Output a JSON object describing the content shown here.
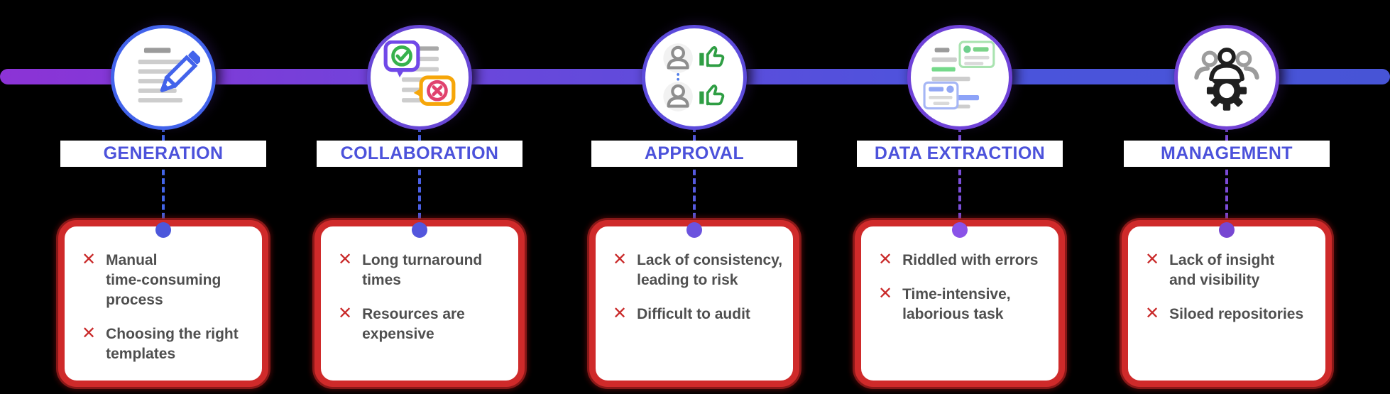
{
  "stages": [
    {
      "label": "GENERATION",
      "icon": "document-pencil",
      "issues": [
        "Manual\ntime-consuming\nprocess",
        "Choosing the right\ntemplates"
      ]
    },
    {
      "label": "COLLABORATION",
      "icon": "approve-reject-comment-bubbles",
      "issues": [
        "Long turnaround\ntimes",
        "Resources are\nexpensive"
      ]
    },
    {
      "label": "APPROVAL",
      "icon": "reviewers-thumbs-up",
      "issues": [
        "Lack of consistency,\nleading to risk",
        "Difficult to audit"
      ]
    },
    {
      "label": "DATA EXTRACTION",
      "icon": "document-extracted-snippets",
      "issues": [
        "Riddled with errors",
        "Time-intensive,\nlaborious task"
      ]
    },
    {
      "label": "MANAGEMENT",
      "icon": "team-gear",
      "issues": [
        "Lack of insight\nand visibility",
        "Siloed repositories"
      ]
    }
  ],
  "icons": {
    "cross": "✕"
  },
  "colors": {
    "background": "#000000",
    "timeline_gradient_start": "#8C33D6",
    "timeline_gradient_end": "#4754D6",
    "label_text": "#4C52DB",
    "issue_box_border": "#CF2A2A",
    "issue_cross": "#C92A2A",
    "issue_text": "#4F4F4F",
    "circle_borders": [
      "#4263EB",
      "#6847D6",
      "#5C4BDB",
      "#6F42D8",
      "#7343D6"
    ],
    "connector_colors": [
      "#4365E8",
      "#4A5FE5",
      "#565ADF",
      "#7B4EDA",
      "#7C4BD8"
    ],
    "pencil_blue": "#4263EB",
    "check_green": "#37B24D",
    "thumb_green": "#2F9E44",
    "reject_pink": "#E0426E",
    "bubble_purple": "#7048E8",
    "bubble_orange": "#F6A609"
  }
}
